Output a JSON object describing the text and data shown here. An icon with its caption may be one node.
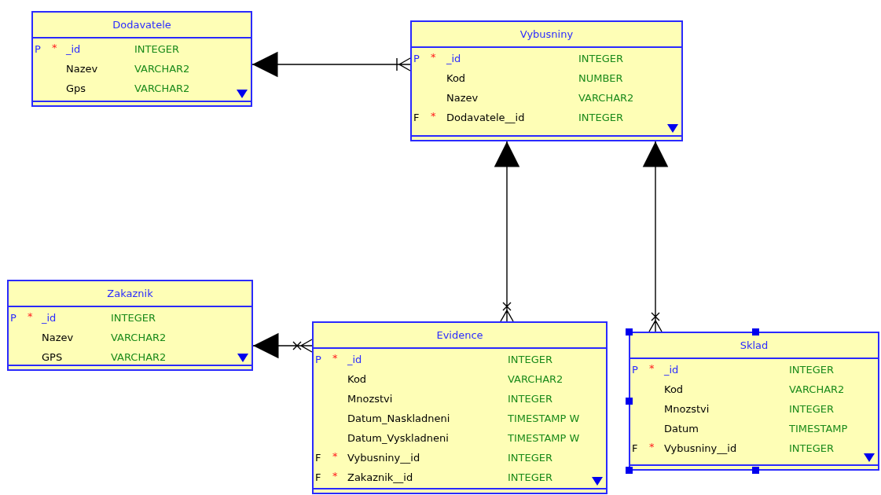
{
  "diagram": {
    "nodes": [
      {
        "text": [
          "Dodavatele",
          "P",
          "*",
          "_id",
          "INTEGER",
          "Nazev",
          "VARCHAR2",
          "Gps",
          "VARCHAR2"
        ]
      },
      {
        "text": [
          "Vybusniny",
          "P",
          "*",
          "_id",
          "INTEGER",
          "Kod",
          "NUMBER",
          "Nazev",
          "VARCHAR2",
          "F",
          "*",
          "Dodavatele__id",
          "INTEGER"
        ]
      },
      {
        "text": [
          "Zakaznik",
          "P",
          "*",
          "_id",
          "INTEGER",
          "Nazev",
          "VARCHAR2",
          "GPS",
          "VARCHAR2"
        ]
      },
      {
        "text": [
          "Evidence",
          "P",
          "*",
          "_id",
          "INTEGER",
          "Kod",
          "VARCHAR2",
          "Mnozstvi",
          "INTEGER",
          "Datum_Naskladneni",
          "TIMESTAMP W",
          "Datum_Vyskladneni",
          "TIMESTAMP W",
          "F",
          "*",
          "Vybusniny__id",
          "INTEGER",
          "F",
          "*",
          "Zakaznik__id",
          "INTEGER"
        ]
      },
      {
        "text": [
          "Sklad",
          "P",
          "*",
          "_id",
          "INTEGER",
          "Kod",
          "VARCHAR2",
          "Mnozstvi",
          "INTEGER",
          "Datum",
          "TIMESTAMP",
          "F",
          "*",
          "Vybusniny__id",
          "INTEGER"
        ]
      }
    ],
    "edges": [
      {
        "from": 1,
        "to": 0,
        "arrow": "to"
      },
      {
        "from": 3,
        "to": 2,
        "arrow": "to"
      },
      {
        "from": 3,
        "to": 1,
        "arrow": "to"
      },
      {
        "from": 4,
        "to": 1,
        "arrow": "to"
      }
    ]
  }
}
